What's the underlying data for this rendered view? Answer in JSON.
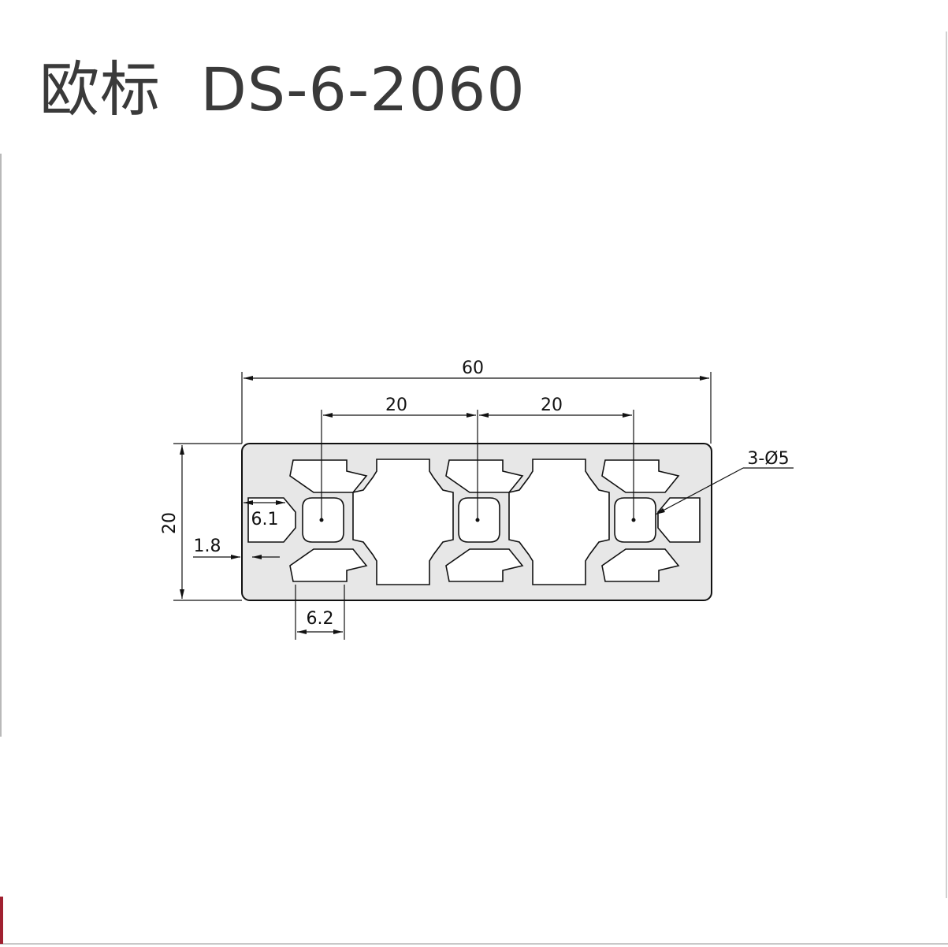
{
  "title": "欧标  DS-6-2060",
  "dimensions": {
    "overall_width": "60",
    "pitch_left": "20",
    "pitch_right": "20",
    "height": "20",
    "slot_opening": "6.1",
    "wall_thickness": "1.8",
    "slot_width": "6.2",
    "holes": "3-Ø5"
  },
  "colors": {
    "profile_fill": "#e7e7e7",
    "outline": "#111111",
    "title": "#3a3a3a",
    "accent_mark": "#a02030"
  }
}
